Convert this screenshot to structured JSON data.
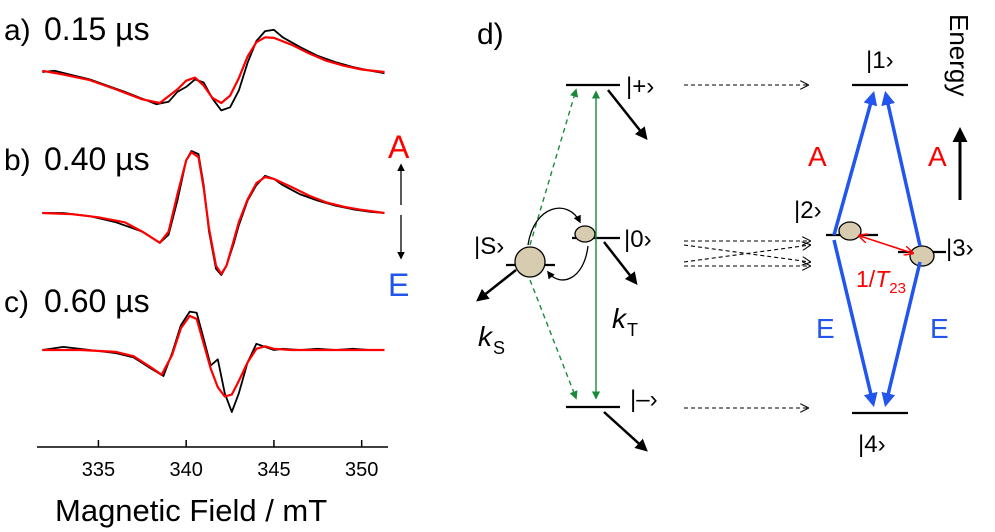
{
  "chart_data": {
    "type": "line",
    "xlabel": "Magnetic Field / mT",
    "xlim": [
      331.5,
      351.5
    ],
    "xticks": [
      335,
      340,
      345,
      350
    ],
    "xtick_labels": [
      "335",
      "340",
      "345",
      "350"
    ],
    "panels": [
      {
        "label": "a)",
        "time": "0.15 µs",
        "series": [
          {
            "kind": "experimental",
            "color": "#000000",
            "x": [
              331.8,
              332.5,
              333.5,
              334.5,
              335.5,
              336.5,
              337.5,
              338.3,
              339.0,
              339.5,
              340.0,
              340.5,
              341.0,
              341.5,
              342.0,
              342.5,
              343.0,
              343.5,
              344.0,
              344.5,
              345.0,
              345.5,
              346.5,
              347.5,
              348.5,
              349.5,
              350.5,
              351.3
            ],
            "y": [
              0.0,
              0.02,
              -0.05,
              -0.12,
              -0.22,
              -0.32,
              -0.43,
              -0.52,
              -0.48,
              -0.32,
              -0.24,
              -0.12,
              -0.17,
              -0.43,
              -0.62,
              -0.57,
              -0.3,
              0.15,
              0.5,
              0.66,
              0.68,
              0.56,
              0.4,
              0.26,
              0.16,
              0.08,
              0.02,
              -0.02
            ]
          },
          {
            "kind": "simulated",
            "color": "#ff0000",
            "x": [
              331.8,
              333.0,
              334.5,
              336.0,
              337.5,
              338.5,
              339.5,
              340.0,
              340.5,
              341.0,
              341.5,
              342.0,
              342.5,
              343.0,
              343.5,
              344.0,
              344.5,
              345.0,
              346.0,
              347.0,
              348.0,
              349.0,
              350.0,
              351.3
            ],
            "y": [
              0.02,
              -0.04,
              -0.13,
              -0.28,
              -0.44,
              -0.5,
              -0.28,
              -0.14,
              -0.09,
              -0.22,
              -0.42,
              -0.5,
              -0.38,
              -0.1,
              0.25,
              0.48,
              0.56,
              0.55,
              0.44,
              0.3,
              0.18,
              0.1,
              0.04,
              0.0
            ]
          }
        ]
      },
      {
        "label": "b)",
        "time": "0.40 µs",
        "series": [
          {
            "kind": "experimental",
            "color": "#000000",
            "x": [
              331.8,
              333.0,
              334.5,
              336.0,
              337.5,
              338.5,
              339.0,
              339.5,
              340.0,
              340.3,
              340.7,
              341.0,
              341.3,
              341.7,
              342.0,
              342.3,
              342.7,
              343.0,
              343.5,
              344.0,
              344.5,
              345.0,
              345.5,
              346.5,
              347.5,
              348.5,
              349.5,
              350.5,
              351.3
            ],
            "y": [
              0.0,
              0.0,
              -0.05,
              -0.15,
              -0.3,
              -0.48,
              -0.35,
              0.2,
              0.85,
              1.0,
              0.95,
              0.45,
              -0.3,
              -0.9,
              -1.0,
              -0.85,
              -0.5,
              -0.2,
              0.2,
              0.45,
              0.6,
              0.55,
              0.45,
              0.3,
              0.2,
              0.12,
              0.06,
              0.02,
              0.0
            ]
          },
          {
            "kind": "simulated",
            "color": "#ff0000",
            "x": [
              331.8,
              333.5,
              335.0,
              336.5,
              337.5,
              338.5,
              339.0,
              339.5,
              340.0,
              340.3,
              340.7,
              341.0,
              341.3,
              341.7,
              342.0,
              342.3,
              342.7,
              343.0,
              343.5,
              344.0,
              344.5,
              345.0,
              346.0,
              347.0,
              348.0,
              349.0,
              350.0,
              351.3
            ],
            "y": [
              0.0,
              -0.02,
              -0.07,
              -0.15,
              -0.3,
              -0.48,
              -0.3,
              0.3,
              0.85,
              0.98,
              0.9,
              0.4,
              -0.25,
              -0.85,
              -0.98,
              -0.85,
              -0.45,
              -0.15,
              0.22,
              0.48,
              0.58,
              0.55,
              0.42,
              0.28,
              0.17,
              0.1,
              0.05,
              0.0
            ]
          }
        ]
      },
      {
        "label": "c)",
        "time": "0.60 µs",
        "series": [
          {
            "kind": "experimental",
            "color": "#000000",
            "x": [
              331.8,
              333.0,
              334.5,
              336.0,
              337.0,
              338.0,
              338.7,
              339.2,
              339.7,
              340.2,
              340.6,
              341.0,
              341.4,
              341.8,
              342.2,
              342.6,
              343.0,
              343.5,
              344.0,
              344.5,
              345.0,
              345.5,
              346.5,
              347.5,
              348.5,
              349.5,
              350.5,
              351.3
            ],
            "y": [
              0.0,
              0.05,
              0.0,
              -0.05,
              -0.12,
              -0.3,
              -0.42,
              -0.05,
              0.4,
              0.62,
              0.6,
              0.18,
              -0.25,
              -0.15,
              -0.7,
              -1.0,
              -0.7,
              -0.2,
              0.1,
              0.05,
              0.0,
              0.02,
              0.0,
              0.02,
              0.0,
              0.02,
              0.0,
              0.0
            ]
          },
          {
            "kind": "simulated",
            "color": "#ff0000",
            "x": [
              331.8,
              334.0,
              336.0,
              337.0,
              338.0,
              338.6,
              339.2,
              339.7,
              340.2,
              340.6,
              341.0,
              341.4,
              341.8,
              342.2,
              342.6,
              343.0,
              343.5,
              344.0,
              344.5,
              345.0,
              346.0,
              348.0,
              350.0,
              351.3
            ],
            "y": [
              0.0,
              0.0,
              -0.03,
              -0.1,
              -0.28,
              -0.4,
              -0.08,
              0.35,
              0.55,
              0.5,
              0.1,
              -0.3,
              -0.6,
              -0.75,
              -0.72,
              -0.5,
              -0.2,
              0.02,
              0.06,
              0.02,
              0.0,
              0.0,
              0.0,
              0.0
            ]
          }
        ]
      }
    ],
    "colors": {
      "experimental": "#000000",
      "simulated": "#ff0000",
      "absorption": "#ff0000",
      "emission": "#2255ee",
      "green": "#1a8a3a",
      "level_dot": "#d8ccb0"
    }
  },
  "polarization": {
    "A": "A",
    "E": "E"
  },
  "diagram": {
    "label": "d)",
    "left_levels": {
      "plus": "|+›",
      "zero": "|0›",
      "minus": "|–›",
      "S": "|S›"
    },
    "k_S": {
      "k": "k",
      "sub": "S"
    },
    "k_T": {
      "k": "k",
      "sub": "T"
    },
    "right_levels": {
      "one": "|1›",
      "two": "|2›",
      "three": "|3›",
      "four": "|4›"
    },
    "energy": "Energy",
    "relax": {
      "prefix": "1/",
      "T": "T",
      "sub": "23"
    },
    "transitions": {
      "A_left": "A",
      "A_right": "A",
      "E_left": "E",
      "E_right": "E"
    }
  }
}
